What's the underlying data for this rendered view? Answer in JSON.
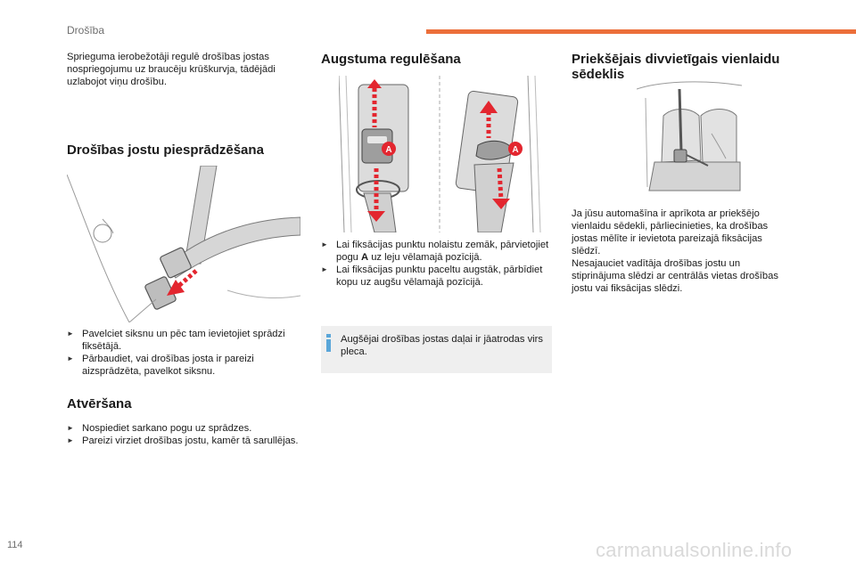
{
  "header": {
    "section": "Drošība",
    "accent_color": "#ec6f3a"
  },
  "col1": {
    "intro": "Sprieguma ierobežotāji regulē drošības jostas nospriegojumu uz braucēju krūškurvja, tādējādi uzlabojot viņu drošību.",
    "fasten_title": "Drošības jostu piesprādzēšana",
    "fasten_items": [
      "Pavelciet siksnu un pēc tam ievietojiet sprādzi fiksētājā.",
      "Pārbaudiet, vai drošības josta ir pareizi aizsprādzēta, pavelkot siksnu."
    ],
    "unfasten_title": "Atvēršana",
    "unfasten_items": [
      "Nospiediet sarkano pogu uz sprādzes.",
      "Pareizi virziet drošības jostu, kamēr tā sarullējas."
    ]
  },
  "col2": {
    "title": "Augstuma regulēšana",
    "label_a": "A",
    "items": [
      {
        "before": "Lai fiksācijas punktu nolaistu zemāk, pārvietojiet pogu ",
        "key": "A",
        "after": " uz leju vēlamajā pozīcijā."
      },
      {
        "before": "Lai fiksācijas punktu paceltu augstāk, pārbīdiet kopu uz augšu vēlamajā pozīcijā.",
        "key": "",
        "after": ""
      }
    ],
    "info": "Augšējai drošības jostas daļai ir jāatrodas virs pleca.",
    "info_color": "#5aa6d9"
  },
  "col3": {
    "title_line1": "Priekšējais divvietīgais vienlaidu",
    "title_line2": "sēdeklis",
    "para1_lines": [
      "Ja jūsu automašīna ir aprīkota ar priekšējo",
      "vienlaidu sēdekli, pārliecinieties, ka drošības",
      "jostas mēlīte ir ievietota pareizajā fiksācijas",
      "slēdzī."
    ],
    "para2_lines": [
      "Nesajauciet vadītāja drošības jostu un",
      "stiprinājuma slēdzi ar centrālās vietas drošības",
      "jostu vai fiksācijas slēdzi."
    ]
  },
  "footer": {
    "page_number": "114",
    "watermark": "carmanualsonline.info"
  },
  "marker_color": "#e3262f"
}
